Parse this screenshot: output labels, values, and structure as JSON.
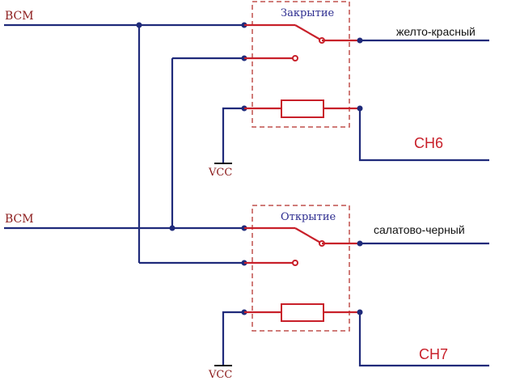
{
  "colors": {
    "wire": "#1f2a7a",
    "component": "#c8202a",
    "label_dark_red": "#8b1a1a",
    "box_border": "#c0504d",
    "blue_label": "#2b2b8f",
    "text": "#111111"
  },
  "schematic": {
    "input_1": "BCM",
    "input_2": "BCM",
    "relay_top_title": "Закрытие",
    "relay_bottom_title": "Открытие",
    "output_top": "желто-красный",
    "output_bottom": "салатово-черный",
    "channel_top": "CH6",
    "channel_bottom": "CH7",
    "vcc_top": "VCC",
    "vcc_bottom": "VCC"
  }
}
